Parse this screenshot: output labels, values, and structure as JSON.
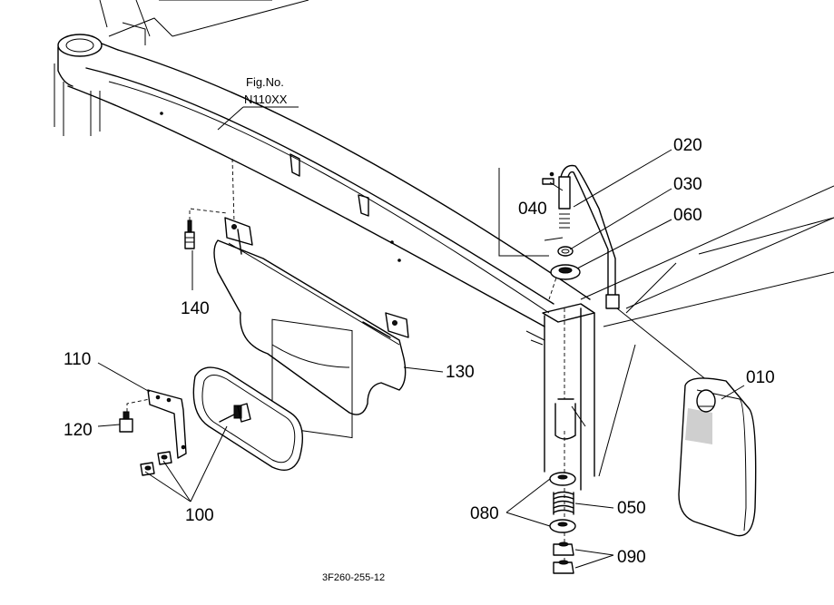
{
  "figure": {
    "caption": "Fig.No.",
    "number": "N110XX",
    "code": "3F260-255-12"
  },
  "parts": [
    {
      "id": "p010",
      "label": "010"
    },
    {
      "id": "p020",
      "label": "020"
    },
    {
      "id": "p030",
      "label": "030"
    },
    {
      "id": "p040",
      "label": "040"
    },
    {
      "id": "p050",
      "label": "050"
    },
    {
      "id": "p060",
      "label": "060"
    },
    {
      "id": "p080",
      "label": "080"
    },
    {
      "id": "p090",
      "label": "090"
    },
    {
      "id": "p100",
      "label": "100"
    },
    {
      "id": "p110",
      "label": "110"
    },
    {
      "id": "p120",
      "label": "120"
    },
    {
      "id": "p130",
      "label": "130"
    },
    {
      "id": "p140",
      "label": "140"
    }
  ]
}
